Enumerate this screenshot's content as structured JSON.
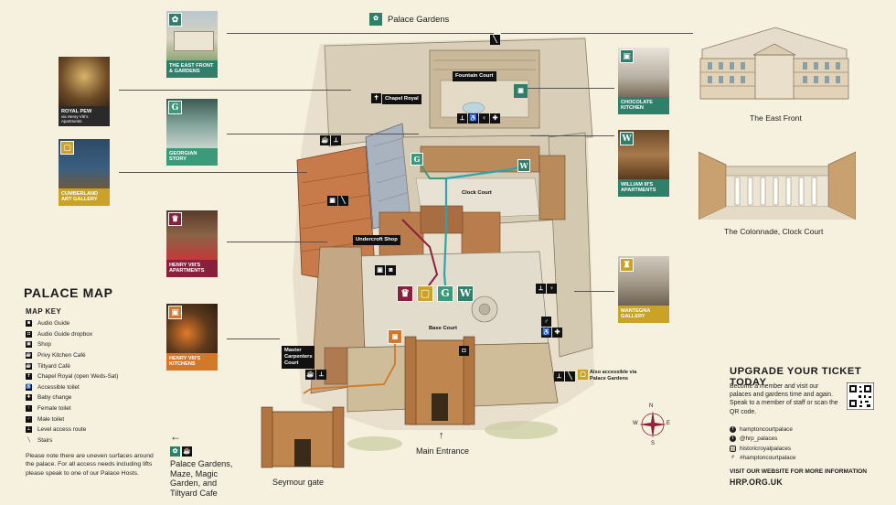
{
  "palace_map": {
    "title": "PALACE MAP",
    "key_title": "MAP KEY",
    "key_items": [
      {
        "icon": "audio-guide-icon",
        "glyph": "◙",
        "label": "Audio Guide"
      },
      {
        "icon": "audio-guide-dropbox-icon",
        "glyph": "◘",
        "label": "Audio Guide dropbox"
      },
      {
        "icon": "shop-icon",
        "glyph": "▣",
        "label": "Shop"
      },
      {
        "icon": "privy-kitchen-cafe-icon",
        "glyph": "☕",
        "label": "Privy Kitchen Café"
      },
      {
        "icon": "tiltyard-cafe-icon",
        "glyph": "☕",
        "label": "Tiltyard Café"
      },
      {
        "icon": "chapel-royal-icon",
        "glyph": "✝",
        "label": "Chapel Royal (open Weds-Sat)"
      },
      {
        "icon": "accessible-toilet-icon",
        "glyph": "♿",
        "label": "Accessible toilet"
      },
      {
        "icon": "baby-change-icon",
        "glyph": "✚",
        "label": "Baby change"
      },
      {
        "icon": "female-toilet-icon",
        "glyph": "♀",
        "label": "Female toilet"
      },
      {
        "icon": "male-toilet-icon",
        "glyph": "♂",
        "label": "Male toilet"
      },
      {
        "icon": "level-access-route-icon",
        "glyph": "⟂",
        "label": "Level access route"
      },
      {
        "icon": "stairs-icon",
        "glyph": "╲",
        "label": "Stairs"
      }
    ],
    "access_note": "Please note there are uneven surfaces around the palace. For all access needs including lifts please speak to one of our Palace Hosts."
  },
  "cards": {
    "east_front": {
      "label": "THE EAST FRONT & GARDENS",
      "color": "#2f7f6a",
      "icon": "garden-icon",
      "glyph": "✿"
    },
    "royal_pew": {
      "label": "ROYAL PEW",
      "sub": "via Henry VIII's Apartments",
      "color": "#2a2a2a"
    },
    "georgian_story": {
      "label": "GEORGIAN STORY",
      "color": "#3a9a7a",
      "icon": "georgian-g-icon",
      "glyph": "G"
    },
    "cumberland": {
      "label": "CUMBERLAND ART GALLERY",
      "color": "#c9a227",
      "icon": "art-gallery-icon",
      "glyph": "▢"
    },
    "henry_apartments": {
      "label": "HENRY VIII'S APARTMENTS",
      "color": "#8a1f3c",
      "icon": "henry-apartments-icon",
      "glyph": "♛"
    },
    "henry_kitchens": {
      "label": "HENRY VIII'S KITCHENS",
      "color": "#d3772a",
      "icon": "kitchens-icon",
      "glyph": "▣"
    },
    "chocolate_kitchen": {
      "label": "CHOCOLATE KITCHEN",
      "color": "#2f7f6a",
      "icon": "chocolate-kitchen-icon",
      "glyph": "▣"
    },
    "william_apartments": {
      "label": "WILLIAM III'S APARTMENTS",
      "color": "#2f7f6a",
      "icon": "william-w-icon",
      "glyph": "W"
    },
    "mantegna": {
      "label": "MANTEGNA GALLERY",
      "color": "#c9a227",
      "icon": "mantegna-icon",
      "glyph": "♜"
    }
  },
  "map_labels": {
    "palace_gardens_top": "Palace Gardens",
    "fountain_court": "Fountain Court",
    "chapel_royal": "Chapel Royal",
    "clock_court": "Clock Court",
    "undercroft_shop": "Undercroft Shop",
    "base_court": "Base Court",
    "master_carpenters": "Master Carpenters Court",
    "also_accessible": "Also accessible via Palace Gardens",
    "main_entrance": "Main Entrance",
    "seymour_gate": "Seymour gate",
    "gardens_link": "Palace Gardens, Maze, Magic Garden, and Tiltyard Cafe",
    "compass_n": "N",
    "compass_e": "E",
    "compass_s": "S",
    "compass_w": "W"
  },
  "captions": {
    "east_front": "The East Front",
    "colonnade": "The Colonnade, Clock Court"
  },
  "upgrade": {
    "title": "UPGRADE YOUR TICKET TODAY",
    "body": "Become a member and visit our palaces and gardens time and again. Speak to a member of staff or scan the QR code.",
    "socials": [
      {
        "icon": "facebook-icon",
        "glyph": "f",
        "label": "hamptoncourtpalace"
      },
      {
        "icon": "twitter-icon",
        "glyph": "t",
        "label": "@hrp_palaces"
      },
      {
        "icon": "instagram-icon",
        "glyph": "◎",
        "label": "historicroyalpalaces"
      },
      {
        "icon": "hashtag-icon",
        "glyph": "#",
        "label": "#hamptoncourtpalace"
      }
    ],
    "visit_line": "VISIT OUR WEBSITE FOR MORE INFORMATION",
    "website": "HRP.ORG.UK"
  },
  "colors": {
    "background": "#f6f0df",
    "teal": "#2f7f6a",
    "burgundy": "#8a1f3c",
    "orange": "#d3772a",
    "gold": "#c9a227"
  }
}
